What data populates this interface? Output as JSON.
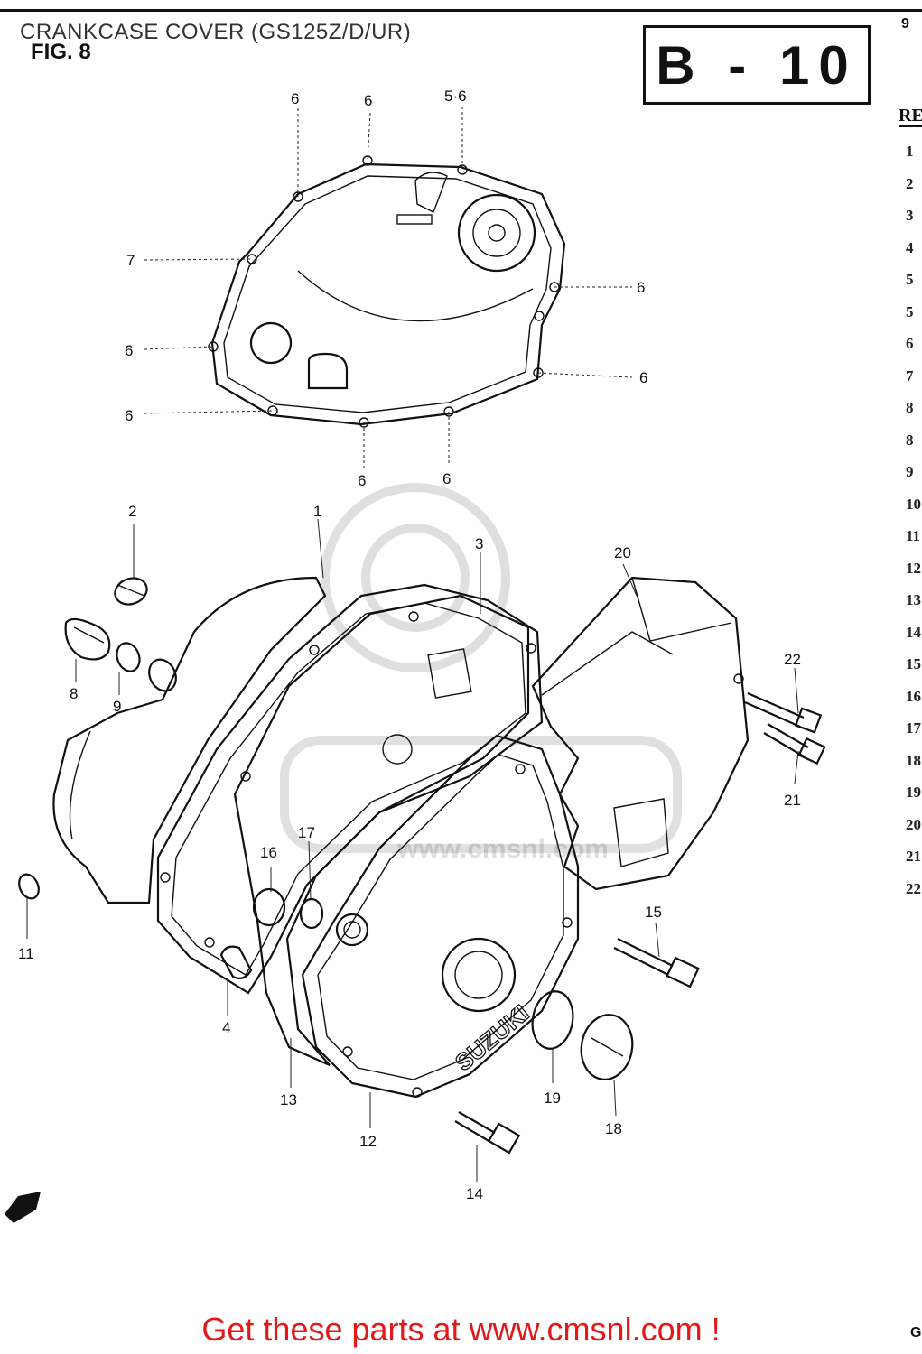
{
  "header": {
    "title": "CRANKCASE COVER (GS125Z/D/UR)",
    "fig_label": "FIG. 8",
    "page_number": "9",
    "section_code": "B - 10",
    "ref_header": "RE"
  },
  "reference_column": [
    "1",
    "2",
    "3",
    "4",
    "5",
    "5",
    "6",
    "7",
    "8",
    "8",
    "9",
    "10",
    "11",
    "12",
    "13",
    "14",
    "15",
    "16",
    "17",
    "18",
    "19",
    "20",
    "21",
    "22"
  ],
  "callouts": {
    "c1": "1",
    "c2": "2",
    "c3": "3",
    "c4": "4",
    "c5_6": "5·6",
    "c6": "6",
    "c7": "7",
    "c8": "8",
    "c9": "9",
    "c11": "11",
    "c12": "12",
    "c13": "13",
    "c14": "14",
    "c15": "15",
    "c16": "16",
    "c17": "17",
    "c18": "18",
    "c19": "19",
    "c20": "20",
    "c21": "21",
    "c22": "22"
  },
  "watermark": "www.cmsnl.com",
  "footer": {
    "link_text": "Get these parts at www.cmsnl.com !",
    "link_color": "#e11919",
    "corner_text": "G"
  }
}
